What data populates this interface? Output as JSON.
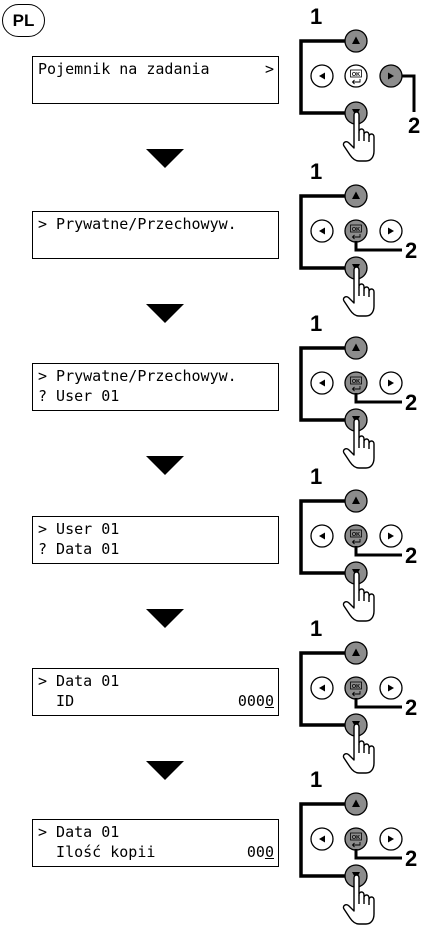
{
  "language_badge": "PL",
  "steps": [
    {
      "lcd_lines": [
        {
          "text": "Pojemnik na zadania",
          "value": ">"
        }
      ],
      "callouts": {
        "up_down": "1",
        "right_or_ok": "2"
      },
      "step2_target": "right"
    },
    {
      "lcd_lines": [
        {
          "text": "> Prywatne/Przechowyw.",
          "value": ""
        }
      ],
      "callouts": {
        "up_down": "1",
        "right_or_ok": "2"
      },
      "step2_target": "ok"
    },
    {
      "lcd_lines": [
        {
          "text": "> Prywatne/Przechowyw.",
          "value": ""
        },
        {
          "text": "? User 01",
          "value": ""
        }
      ],
      "callouts": {
        "up_down": "1",
        "right_or_ok": "2"
      },
      "step2_target": "ok"
    },
    {
      "lcd_lines": [
        {
          "text": "> User 01",
          "value": ""
        },
        {
          "text": "? Data 01",
          "value": ""
        }
      ],
      "callouts": {
        "up_down": "1",
        "right_or_ok": "2"
      },
      "step2_target": "ok"
    },
    {
      "lcd_lines": [
        {
          "text": "> Data 01",
          "value": ""
        },
        {
          "text": "  ID",
          "value": "0000"
        }
      ],
      "callouts": {
        "up_down": "1",
        "right_or_ok": "2"
      },
      "step2_target": "ok"
    },
    {
      "lcd_lines": [
        {
          "text": "> Data 01",
          "value": ""
        },
        {
          "text": "  Ilość kopii",
          "value": "000"
        }
      ],
      "callouts": {
        "up_down": "1",
        "right_or_ok": "2"
      },
      "step2_target": "ok"
    }
  ],
  "ok_key_label": "OK",
  "colors": {
    "highlight_key": "#8c8c8c",
    "line": "#000000",
    "background": "#ffffff"
  },
  "icons": {
    "up": "triangle-up-icon",
    "down": "triangle-down-icon",
    "left": "triangle-left-icon",
    "right": "triangle-right-icon",
    "ok": "ok-enter-icon",
    "hand": "pointing-hand-icon",
    "flow": "down-arrow-icon"
  }
}
